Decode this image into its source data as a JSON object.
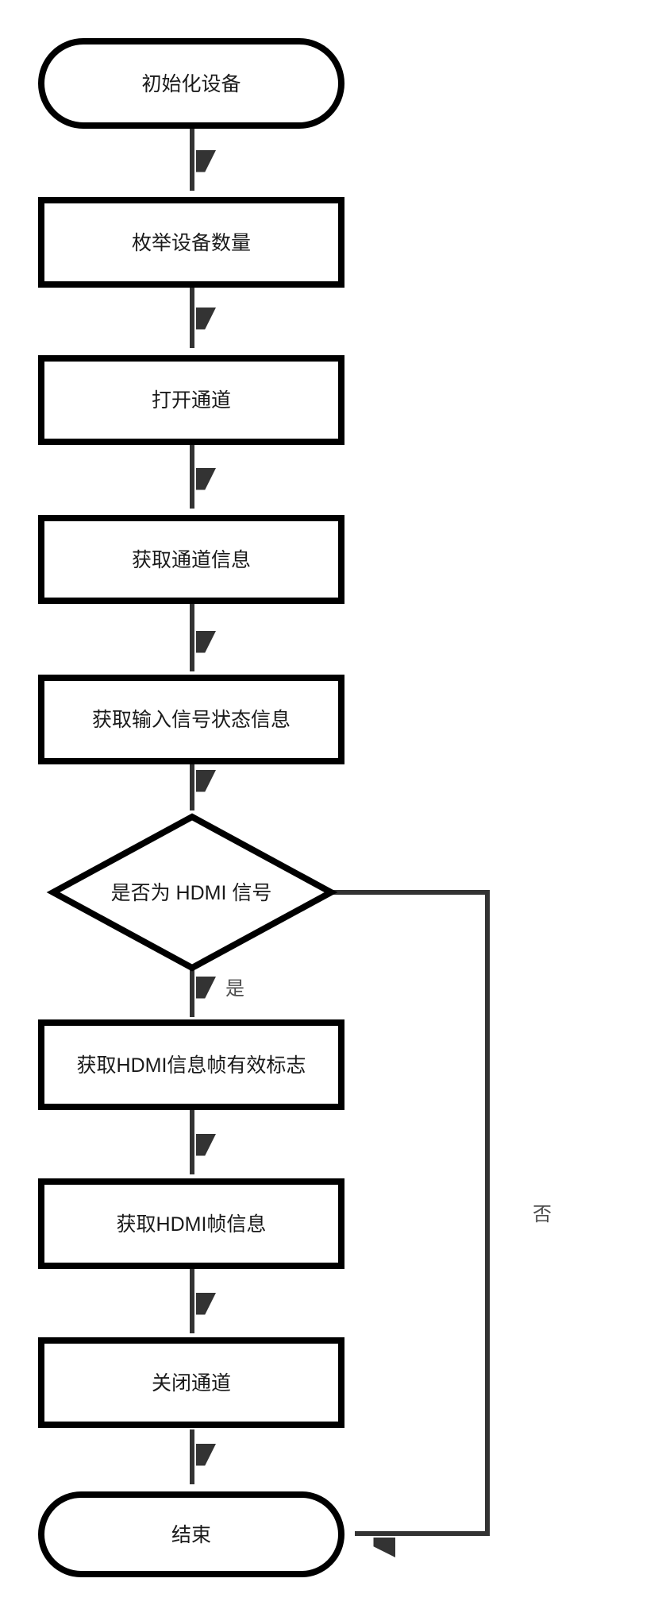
{
  "flowchart": {
    "nodes": [
      {
        "id": "start",
        "type": "terminator",
        "label": "初始化设备"
      },
      {
        "id": "enumerate-devices",
        "type": "process",
        "label": "枚举设备数量"
      },
      {
        "id": "open-channel",
        "type": "process",
        "label": "打开通道"
      },
      {
        "id": "get-channel-info",
        "type": "process",
        "label": "获取通道信息"
      },
      {
        "id": "get-input-signal-status",
        "type": "process",
        "label": "获取输入信号状态信息"
      },
      {
        "id": "is-hdmi-signal",
        "type": "decision",
        "label": "是否为 HDMI 信号"
      },
      {
        "id": "get-hdmi-infoframe-valid-flag",
        "type": "process",
        "label": "获取HDMI信息帧有效标志"
      },
      {
        "id": "get-hdmi-frame-info",
        "type": "process",
        "label": "获取HDMI帧信息"
      },
      {
        "id": "close-channel",
        "type": "process",
        "label": "关闭通道"
      },
      {
        "id": "end",
        "type": "terminator",
        "label": "结束"
      }
    ],
    "branch_labels": {
      "yes": "是",
      "no": "否"
    },
    "colors": {
      "background": "#ffffff",
      "shape_stroke": "#000000",
      "shape_fill": "#ffffff",
      "connector": "#333333",
      "node_text": "#1a1a1a",
      "branch_label_text": "#4d4d4d"
    }
  }
}
